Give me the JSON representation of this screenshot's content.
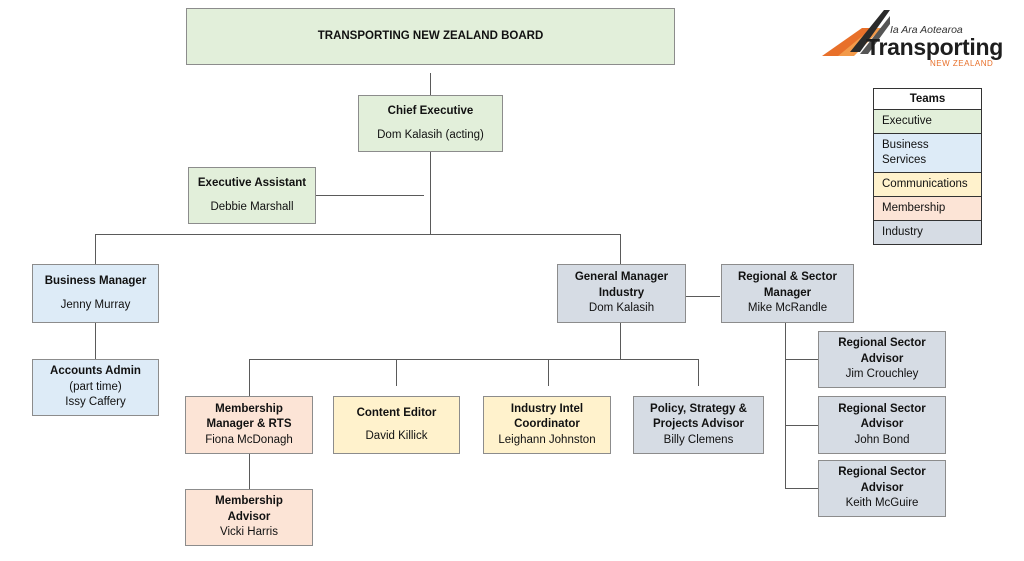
{
  "board": {
    "title": "TRANSPORTING NEW ZEALAND BOARD"
  },
  "ceo": {
    "title": "Chief Executive",
    "name": "Dom Kalasih (acting)"
  },
  "exec_assistant": {
    "title": "Executive Assistant",
    "name": "Debbie Marshall"
  },
  "business_manager": {
    "title": "Business Manager",
    "name": "Jenny Murray"
  },
  "accounts_admin": {
    "title": "Accounts Admin",
    "note": "(part time)",
    "name": "Issy Caffery"
  },
  "gm_industry": {
    "title": "General Manager Industry",
    "name": "Dom Kalasih"
  },
  "regional_manager": {
    "title": "Regional & Sector Manager",
    "name": "Mike McRandle"
  },
  "membership_manager": {
    "title": "Membership Manager & RTS",
    "name": "Fiona McDonagh"
  },
  "membership_advisor": {
    "title": "Membership Advisor",
    "name": "Vicki Harris"
  },
  "content_editor": {
    "title": "Content Editor",
    "name": "David Killick"
  },
  "intel_coordinator": {
    "title": "Industry Intel Coordinator",
    "name": "Leighann Johnston"
  },
  "policy_advisor": {
    "title": "Policy, Strategy & Projects Advisor",
    "name": "Billy Clemens"
  },
  "regional_advisors": [
    {
      "title": "Regional Sector Advisor",
      "name": "Jim Crouchley"
    },
    {
      "title": "Regional Sector Advisor",
      "name": "John Bond"
    },
    {
      "title": "Regional Sector Advisor",
      "name": "Keith McGuire"
    }
  ],
  "legend": {
    "title": "Teams",
    "items": [
      {
        "label": "Executive",
        "color": "#e2efda"
      },
      {
        "label": "Business Services",
        "color": "#ddebf7"
      },
      {
        "label": "Communications",
        "color": "#fff2cc"
      },
      {
        "label": "Membership",
        "color": "#fce4d6"
      },
      {
        "label": "Industry",
        "color": "#d6dce4"
      }
    ]
  },
  "logo": {
    "tagline": "Ia Ara Aotearoa",
    "wordmark": "Transporting",
    "subline": "NEW ZEALAND",
    "accent": "#e8702a"
  }
}
